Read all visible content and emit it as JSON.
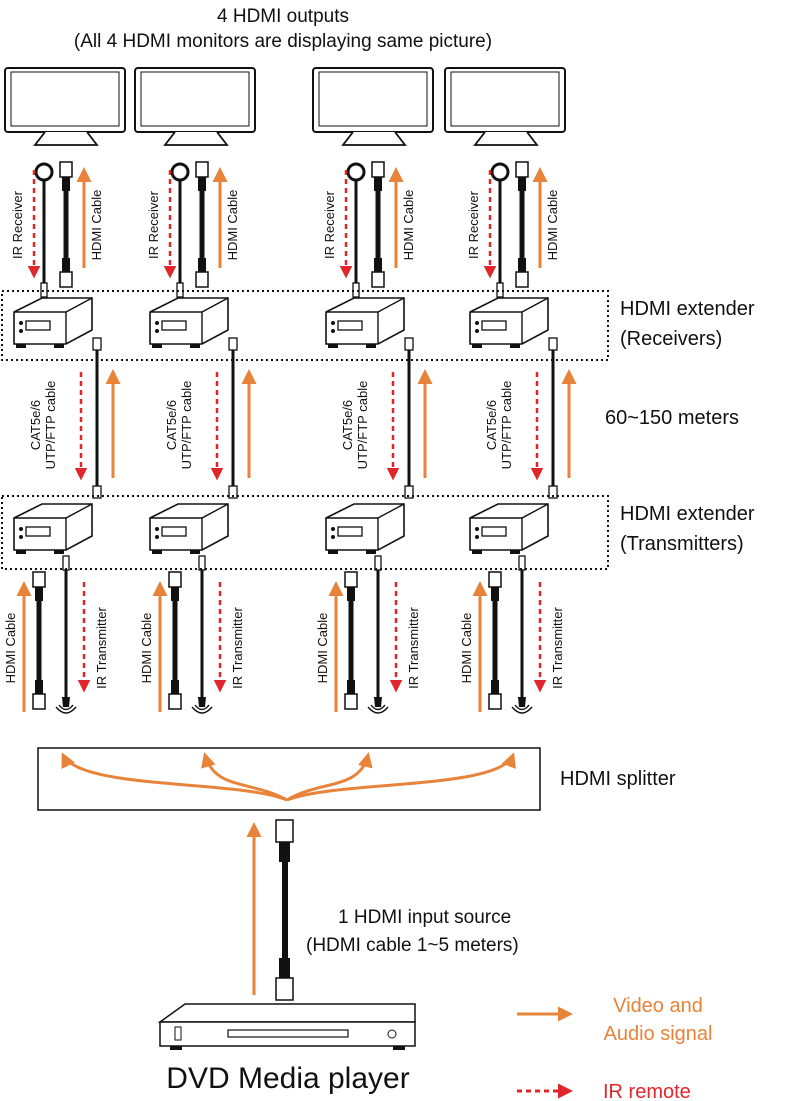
{
  "title": {
    "line1": "4 HDMI outputs",
    "line2": "(All 4 HDMI monitors are displaying same picture)"
  },
  "labels": {
    "ir_receiver": "IR Receiver",
    "hdmi_cable": "HDMI Cable",
    "cat_line1": "CAT5e/6",
    "cat_line2": "UTP/FTP cable",
    "ir_transmitter": "IR Transmitter"
  },
  "receivers": {
    "line1": "HDMI extender",
    "line2": "(Receivers)"
  },
  "distance": "60~150 meters",
  "transmitters": {
    "line1": "HDMI extender",
    "line2": "(Transmitters)"
  },
  "splitter": "HDMI splitter",
  "source": {
    "line1": "1 HDMI input source",
    "line2": "(HDMI cable 1~5 meters)"
  },
  "player": "DVD Media player",
  "legend": {
    "video_line1": "Video and",
    "video_line2": "Audio signal",
    "ir": "IR remote"
  },
  "colors": {
    "video": "#e8833a",
    "ir": "#e0262b",
    "line": "#111111"
  },
  "column_count": 4
}
